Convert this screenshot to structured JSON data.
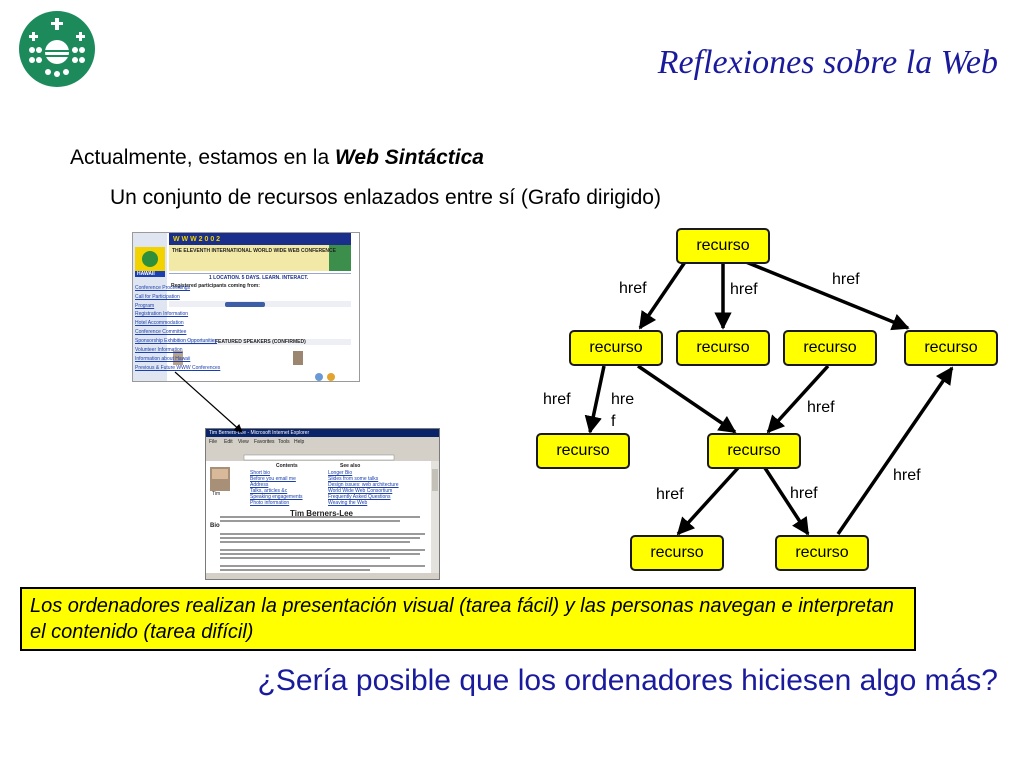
{
  "slide": {
    "title": "Reflexiones sobre la Web",
    "line1_prefix": "Actualmente, estamos en la ",
    "line1_emphasis": "Web Sintáctica",
    "line2": "Un conjunto de recursos enlazados entre sí (Grafo dirigido)",
    "note": "Los ordenadores realizan la presentación visual (tarea fácil) y las personas navegan e interpretan el contenido (tarea difícil)",
    "question": "¿Sería posible que los ordenadores hiciesen algo más?"
  },
  "colors": {
    "title_blue": "#1a1a9c",
    "node_fill": "#ffff00",
    "logo_green": "#1d8a5c"
  },
  "icons": {
    "logo": "university-seal-icon"
  },
  "screenshot1": {
    "banner": "W W W 2 0 0 2",
    "conference": "THE ELEVENTH INTERNATIONAL WORLD WIDE WEB CONFERENCE",
    "location": "HAWAII",
    "tagline": "1 LOCATION. 5 DAYS. LEARN. INTERACT.",
    "participants": "Registered participants coming from:",
    "sidebar": [
      "Conference Proceedings",
      "Call for Participation",
      "Program",
      "Registration Information",
      "Hotel Accommodation",
      "Conference Committee",
      "Sponsorship Exhibition Opportunities",
      "Volunteer Information",
      "Information about Hawaii",
      "Previous & Future WWW Conferences"
    ],
    "featured": "FEATURED SPEAKERS (CONFIRMED)"
  },
  "screenshot2": {
    "window_title": "Tim Berners-Lee - Microsoft Internet Explorer",
    "menu": [
      "File",
      "Edit",
      "View",
      "Favorites",
      "Tools",
      "Help"
    ],
    "col_contents": "Contents",
    "col_seealso": "See also",
    "contents_links": [
      "Short bio",
      "Before you email me",
      "Address",
      "Talks, articles &c",
      "Speaking engagements",
      "Photo information"
    ],
    "seealso_links": [
      "Longer Bio",
      "Slides from some talks",
      "Design issues: web architecture",
      "World Wide Web Consortium",
      "Frequently Asked Questions",
      "Weaving the Web"
    ],
    "heading": "Tim Berners-Lee",
    "section": "Bio",
    "caption": "Tim"
  },
  "graph": {
    "nodes": {
      "top": "recurso",
      "mid1": "recurso",
      "mid2": "recurso",
      "mid3": "recurso",
      "mid4": "recurso",
      "low_left": "recurso",
      "low_center": "recurso",
      "bottom_left": "recurso",
      "bottom_right": "recurso"
    },
    "edge_labels": {
      "top_to_mid1": "href",
      "top_to_mid2": "href",
      "top_to_mid4": "href",
      "mid1_to_low_left": "href",
      "mid1_to_low_center_a": "hre",
      "mid1_to_low_center_b": "f",
      "mid3_to_low_center": "href",
      "low_center_to_bottom_left": "href",
      "low_center_to_bottom_right": "href",
      "bottom_right_to_mid4": "href"
    }
  }
}
